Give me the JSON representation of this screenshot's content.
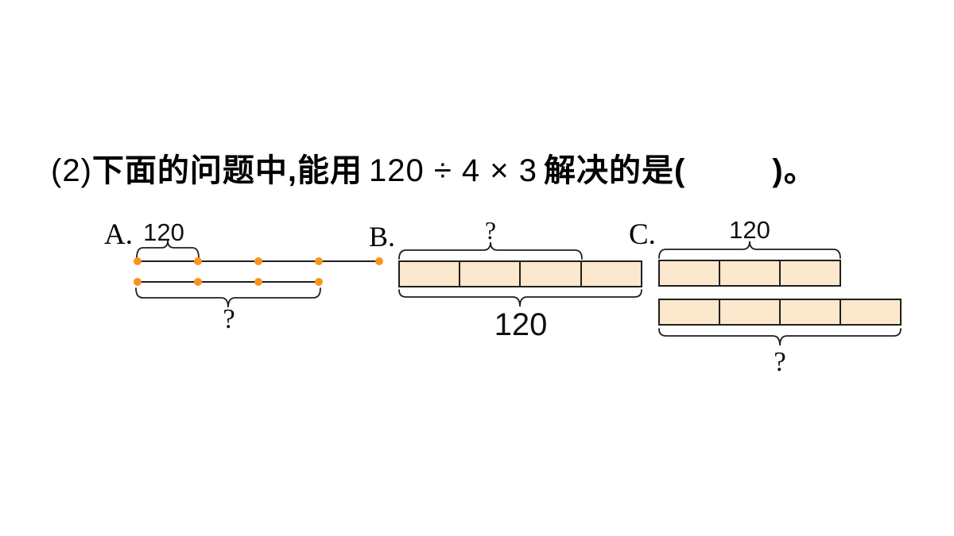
{
  "question": {
    "number": "(2)",
    "text_before": "下面的问题中,能用",
    "expression": "120 ÷ 4 × 3",
    "text_after": "解决的是(",
    "answer_blank": "         ",
    "text_end": ")。"
  },
  "options": [
    {
      "label": "A.",
      "type": "number-line-diagram",
      "top_brace_label": "120",
      "bottom_brace_label": "?",
      "top_line": {
        "dots": 5,
        "segments": 4,
        "brace_covers_segments": 1
      },
      "bottom_line": {
        "dots": 4,
        "segments": 3,
        "brace_covers_segments": 3
      }
    },
    {
      "label": "B.",
      "type": "bar-diagram",
      "top_brace_label": "?",
      "bottom_brace_label": "120",
      "bar": {
        "cells": 4,
        "top_brace_covers_cells": 3,
        "bottom_brace_covers_cells": 4
      }
    },
    {
      "label": "C.",
      "type": "double-bar-diagram",
      "top_brace_label": "120",
      "bottom_brace_label": "?",
      "top_bar": {
        "cells": 3
      },
      "bottom_bar": {
        "cells": 4
      }
    }
  ],
  "colors": {
    "dot": "#F7941E",
    "bar_fill": "#FCE8CC",
    "bar_border": "#1F1F1F",
    "line": "#1F1F1F",
    "text": "#000000"
  }
}
